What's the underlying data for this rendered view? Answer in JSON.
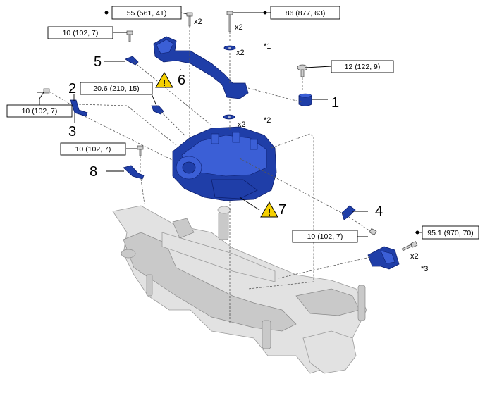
{
  "torques": {
    "t1": "55 (561, 41)",
    "t2": "86 (877, 63)",
    "t3": "10 (102, 7)",
    "t4": "12 (122, 9)",
    "t5": "20.6 (210, 15)",
    "t6": "10 (102, 7)",
    "t7": "10 (102, 7)",
    "t8": "10 (102, 7)",
    "t9": "95.1 (970, 70)"
  },
  "callouts": {
    "c1": "1",
    "c2": "2",
    "c3": "3",
    "c4": "4",
    "c5": "5",
    "c6": "6",
    "c7": "7",
    "c8": "8"
  },
  "marks": {
    "x2_a": "x2",
    "x2_b": "x2",
    "x2_c": "x2",
    "x2_d": "x2",
    "x2_e": "x2",
    "star1": "*1",
    "star2": "*2",
    "star3": "*3",
    "warning_glyph": "!"
  },
  "colors": {
    "part_blue": "#1f3ea8",
    "frame_gray": "#e2e2e2",
    "warning_yellow": "#f5d000"
  }
}
